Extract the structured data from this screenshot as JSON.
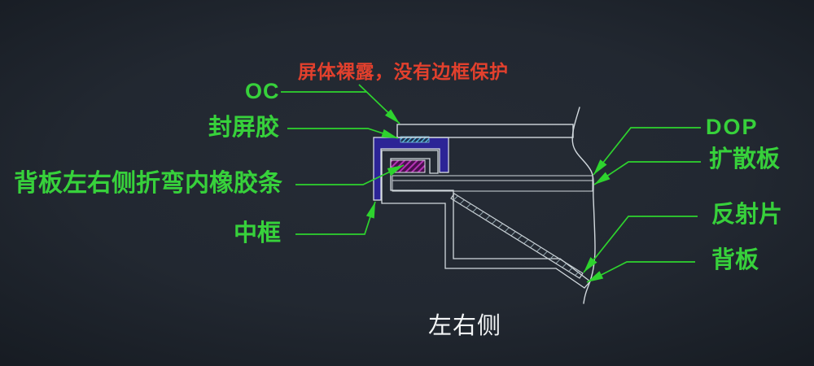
{
  "drawing": {
    "title": "左右侧",
    "warning_note": "屏体裸露，没有边框保护",
    "labels": {
      "oc": "OC",
      "seal_glue": "封屏胶",
      "rubber_strip": "背板左右侧折弯内橡胶条",
      "middle_frame": "中框",
      "dop": "DOP",
      "diffuser_plate": "扩散板",
      "reflector_sheet": "反射片",
      "back_plate": "背板"
    },
    "colors": {
      "background": "#222831",
      "label_green": "#37d13b",
      "leader_green": "#2ed32e",
      "warning_red": "#e2402d",
      "seal_glue_blue": "#2c2496",
      "rubber_magenta": "#b433b4",
      "oc_hatch_maroon": "#93404f",
      "diffuser_red": "#7e1f2c",
      "adhesive_cyan": "#55b8de",
      "outline_white": "#d2d9de",
      "title_white": "#f3f5f6"
    }
  }
}
